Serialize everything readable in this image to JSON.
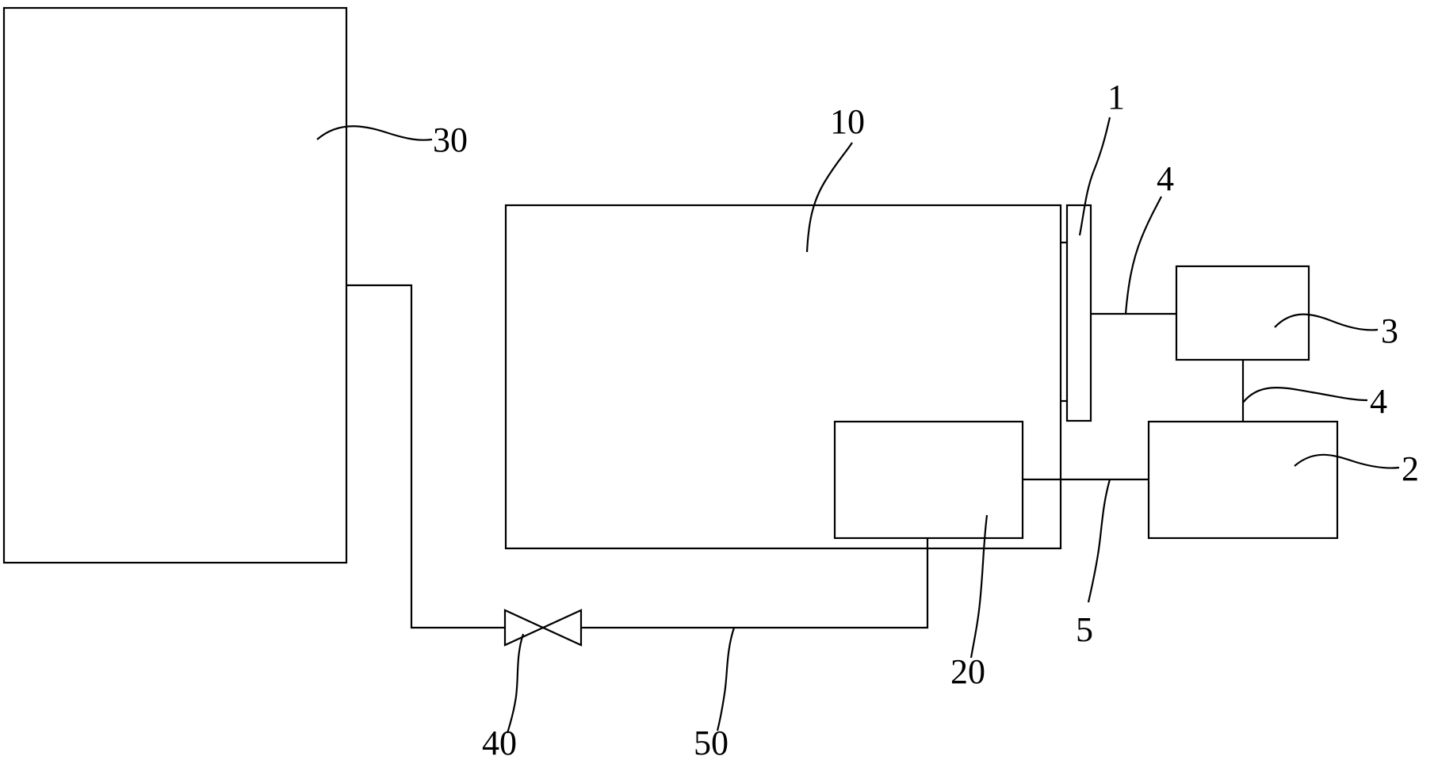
{
  "labels": {
    "tank": "30",
    "chamber": "10",
    "plate": "1",
    "line_upper": "4",
    "unit_upper": "3",
    "line_lower": "4",
    "unit_lower": "2",
    "line_mid": "5",
    "inner_unit": "20",
    "valve": "40",
    "pipe": "50"
  }
}
